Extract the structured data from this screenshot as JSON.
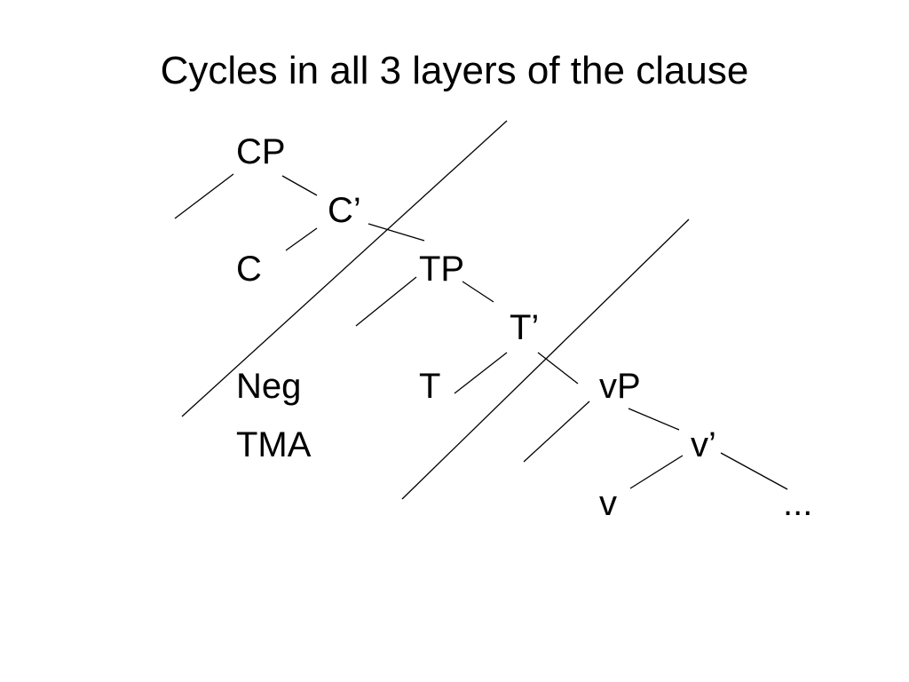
{
  "slide": {
    "title": "Cycles in all 3 layers of the clause"
  },
  "tree": {
    "cp": "CP",
    "c_bar": "C’",
    "c": "C",
    "tp": "TP",
    "t_bar": "T’",
    "neg": "Neg",
    "t": "T",
    "vp": "vP",
    "tma": "TMA",
    "v_bar": "v’",
    "v": "v",
    "ellipsis": "..."
  }
}
